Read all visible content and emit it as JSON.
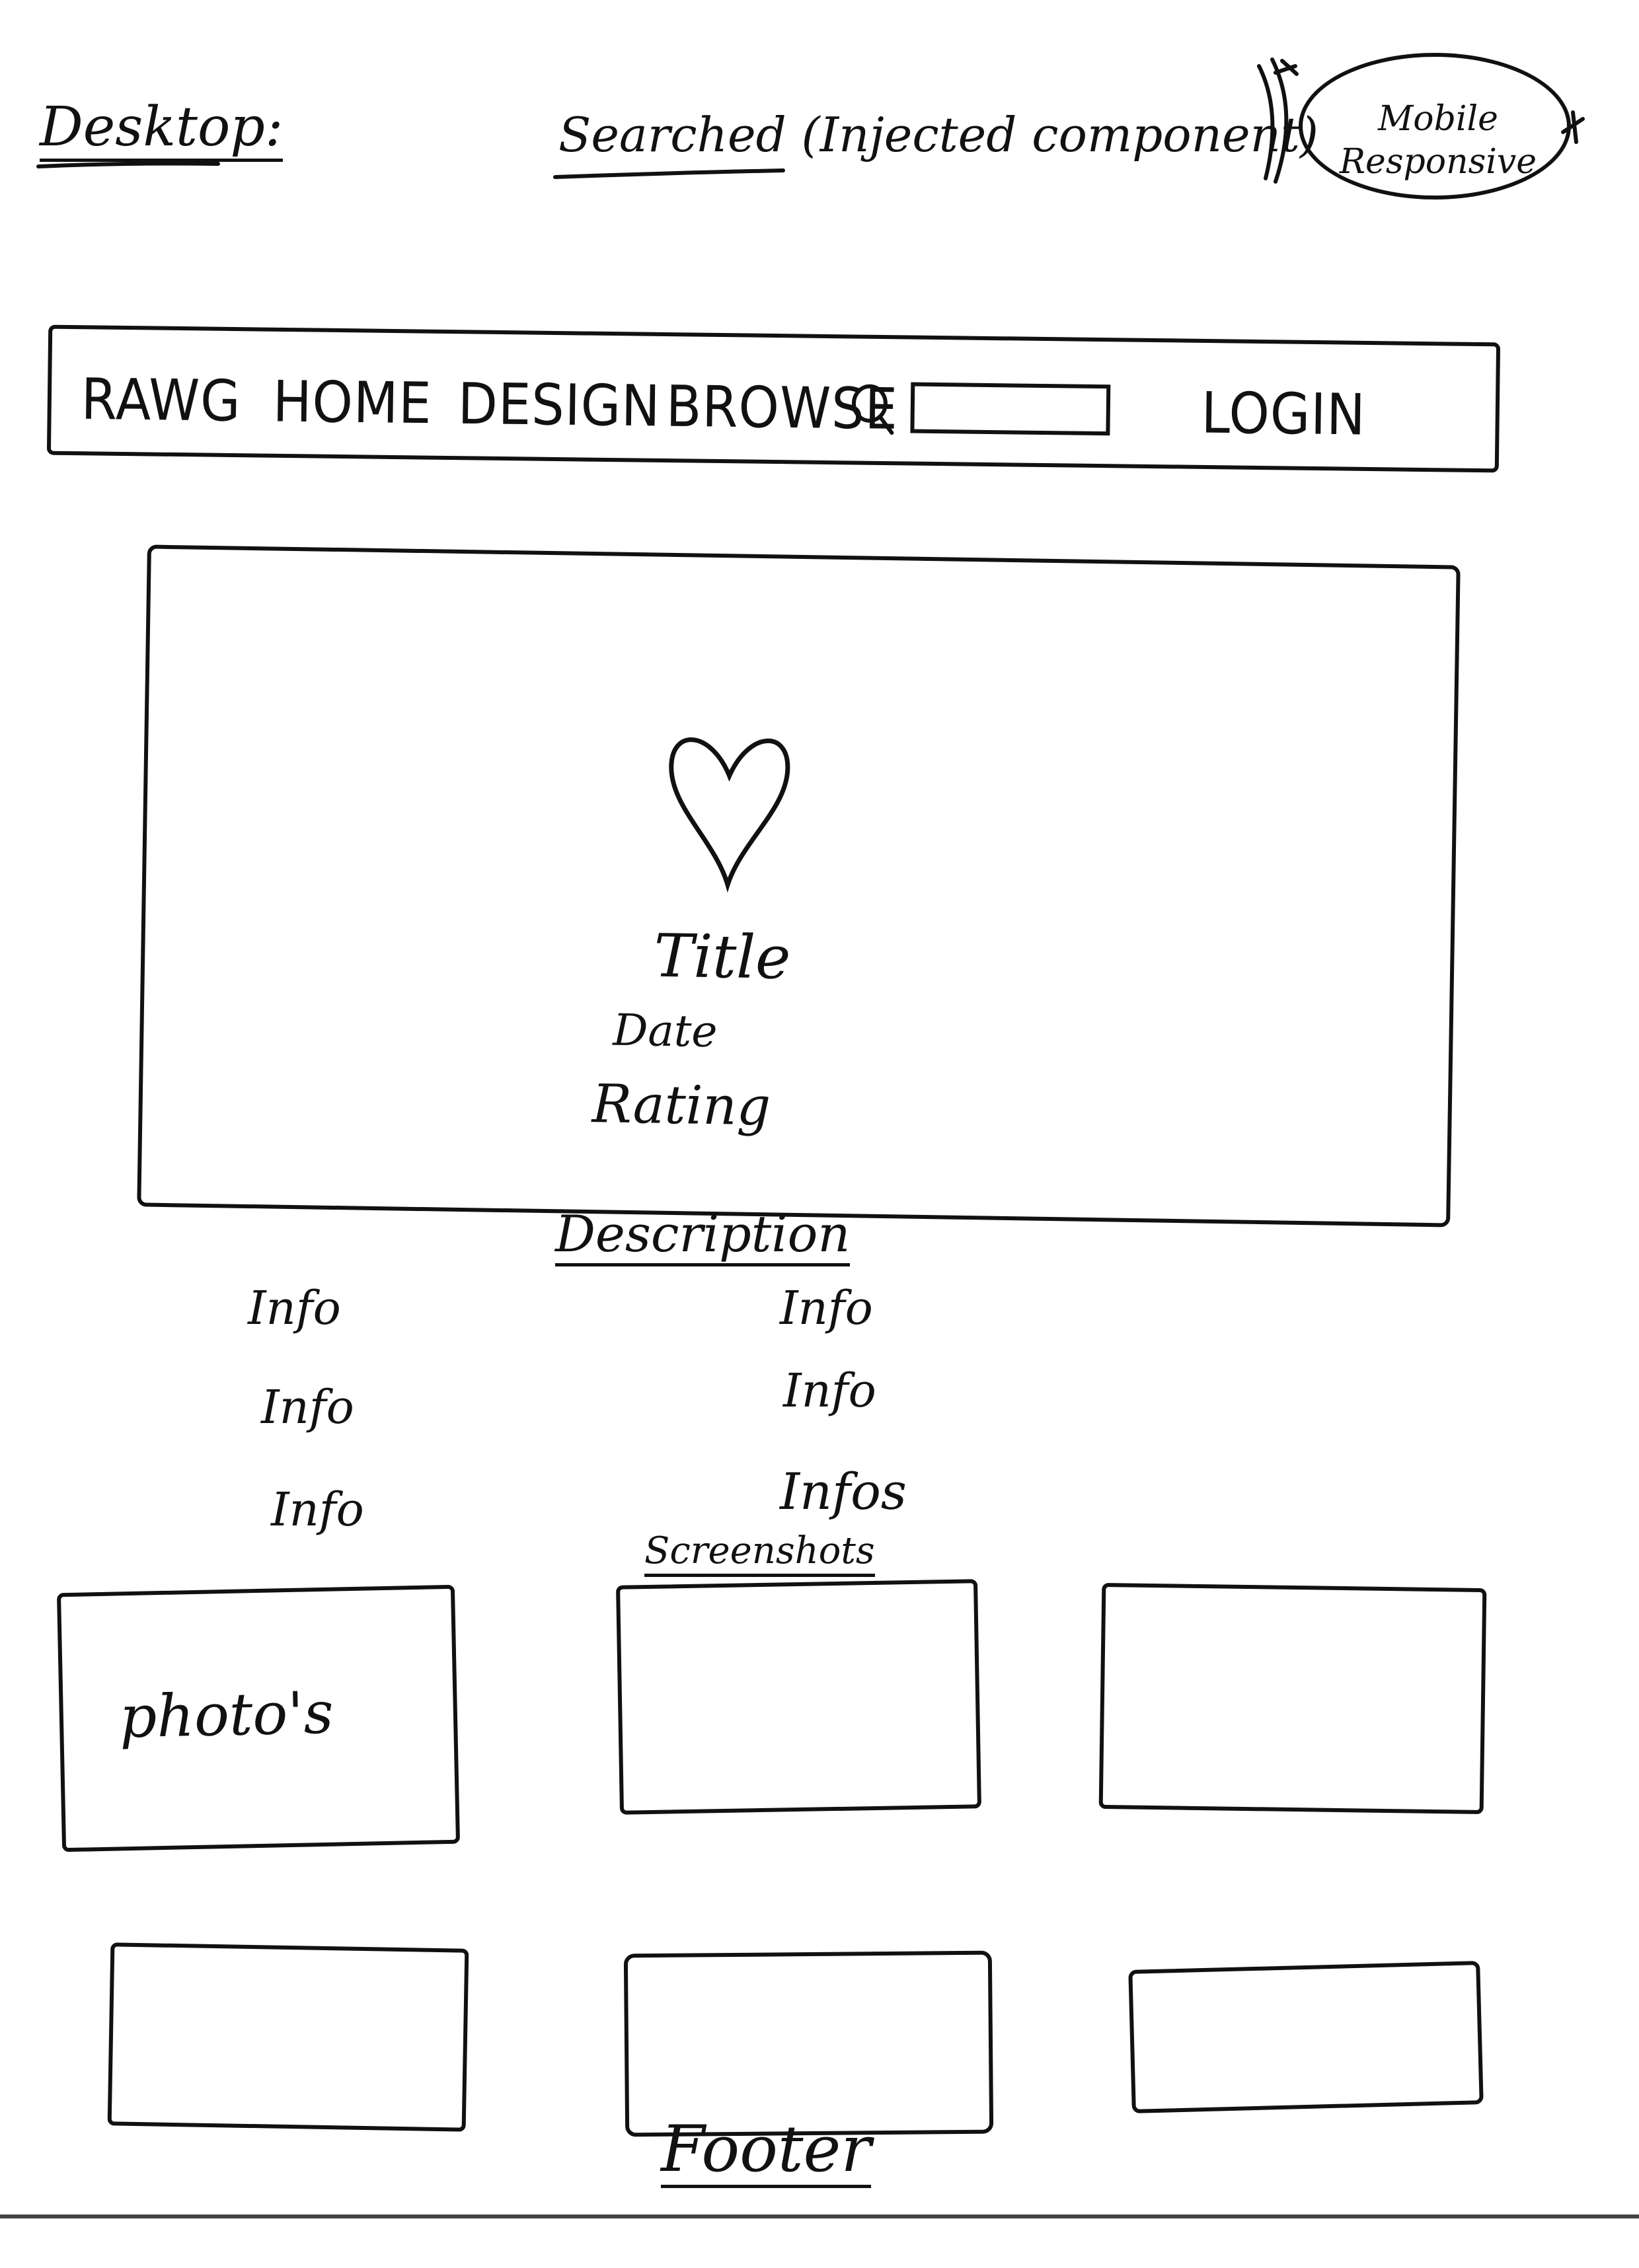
{
  "header": {
    "desktop_label": "Desktop:",
    "searched_label": "Searched (Injected component)",
    "mobile_note": "Mobile Responsive"
  },
  "navbar": {
    "brand": "RAWG",
    "links": [
      "HOME",
      "DESIGN",
      "BROWSE"
    ],
    "search_icon": "search-icon",
    "login": "LOGIN"
  },
  "hero": {
    "icon": "heart-icon",
    "title": "Title",
    "date": "Date",
    "rating": "Rating"
  },
  "description": {
    "heading": "Description",
    "left_info": [
      "Info",
      "Info",
      "Info"
    ],
    "right_info": [
      "Info",
      "Info",
      "Infos"
    ]
  },
  "screenshots": {
    "heading": "Screenshots",
    "first_photo_label": "photo's"
  },
  "footer": {
    "label": "Footer"
  }
}
